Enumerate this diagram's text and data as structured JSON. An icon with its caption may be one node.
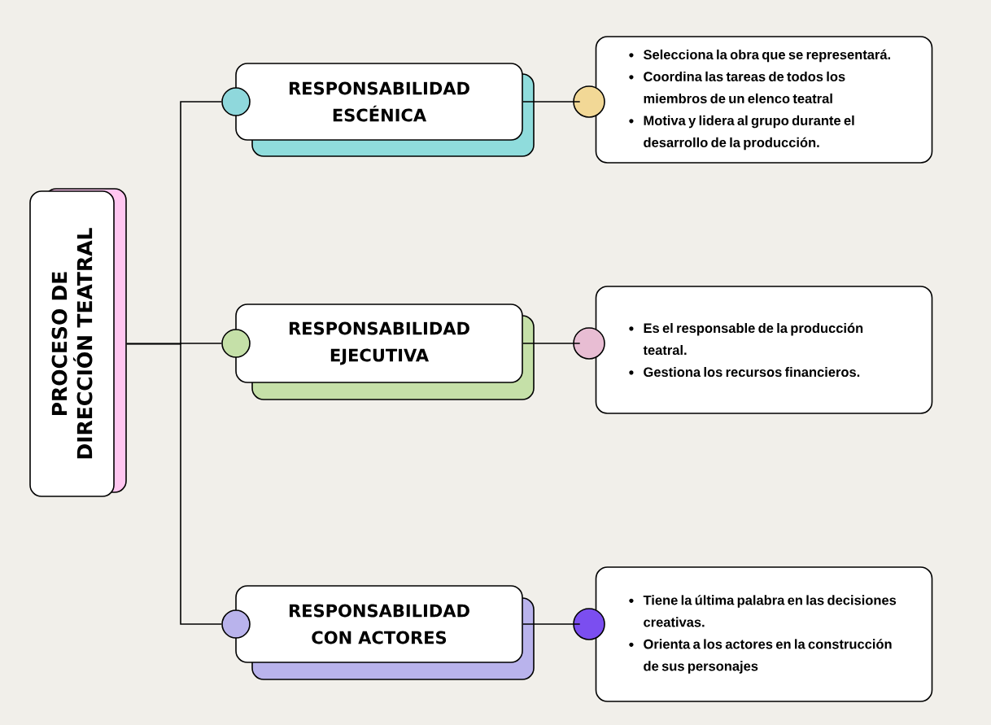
{
  "diagram": {
    "nodes": [
      {
        "text": [
          "PROCESO DE DIRECCIÓN TEATRAL"
        ]
      },
      {
        "text": [
          "RESPONSABILIDAD ESCÉNICA"
        ]
      },
      {
        "text": [
          "Selecciona la obra que se representará.",
          "Coordina las tareas de todos los miembros de un elenco teatral",
          "Motiva y lidera al grupo durante el desarrollo de la producción."
        ]
      },
      {
        "text": [
          "RESPONSABILIDAD EJECUTIVA"
        ]
      },
      {
        "text": [
          "Es el responsable de la producción teatral.",
          "Gestiona los recursos financieros."
        ]
      },
      {
        "text": [
          "RESPONSABILIDAD CON ACTORES"
        ]
      },
      {
        "text": [
          "Tiene la última palabra en las decisiones creativas.",
          "Orienta a los actores en la construcción de sus personajes"
        ]
      }
    ],
    "edges": [
      {
        "from": 0,
        "to": 1,
        "arrow": "none"
      },
      {
        "from": 0,
        "to": 3,
        "arrow": "none"
      },
      {
        "from": 0,
        "to": 5,
        "arrow": "none"
      },
      {
        "from": 1,
        "to": 2,
        "arrow": "none"
      },
      {
        "from": 3,
        "to": 4,
        "arrow": "none"
      },
      {
        "from": 5,
        "to": 6,
        "arrow": "none"
      }
    ]
  }
}
